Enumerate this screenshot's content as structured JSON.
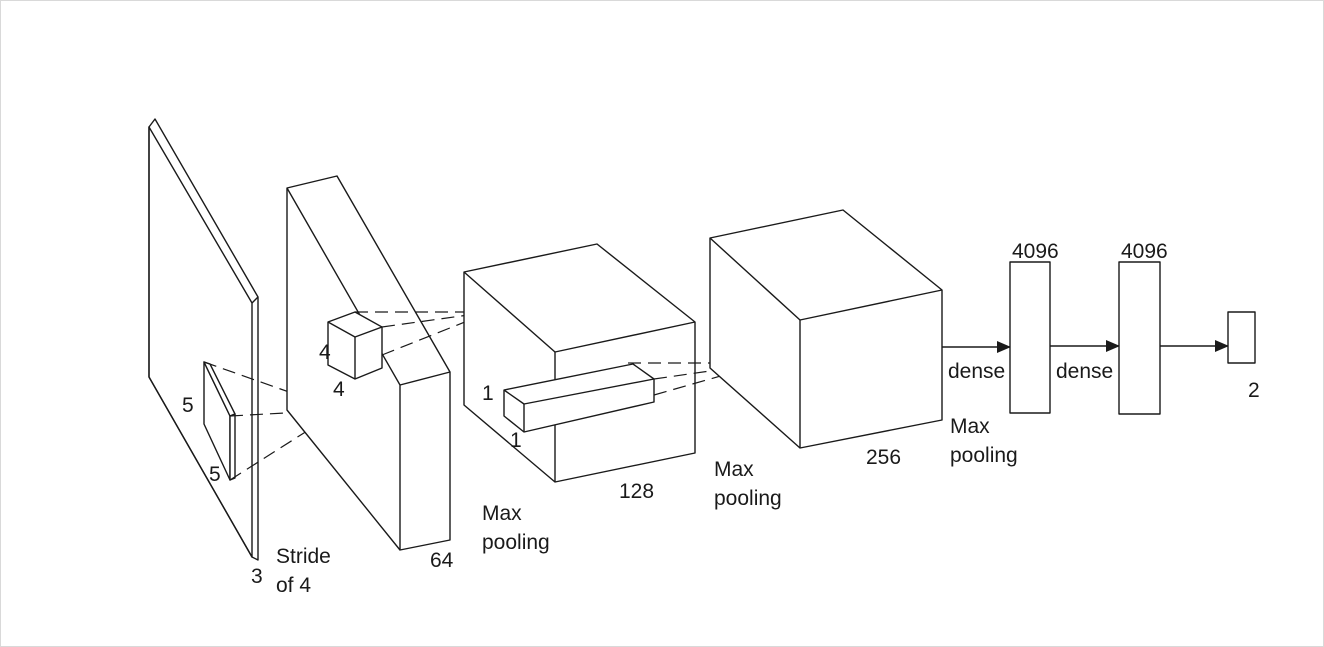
{
  "labels": {
    "input_depth": "3",
    "kernel1_h": "5",
    "kernel1_w": "5",
    "stride": "Stride",
    "stride_of": "of 4",
    "conv1_depth": "64",
    "kernel2_h": "4",
    "kernel2_w": "4",
    "pool1_max": "Max",
    "pool1_pooling": "pooling",
    "kernel3_h": "1",
    "kernel3_w": "1",
    "conv2_depth": "128",
    "pool2_max": "Max",
    "pool2_pooling": "pooling",
    "conv3_depth": "256",
    "pool3_max": "Max",
    "pool3_pooling": "pooling",
    "fc1_units": "4096",
    "fc2_units": "4096",
    "dense1": "dense",
    "dense2": "dense",
    "output_units": "2"
  }
}
